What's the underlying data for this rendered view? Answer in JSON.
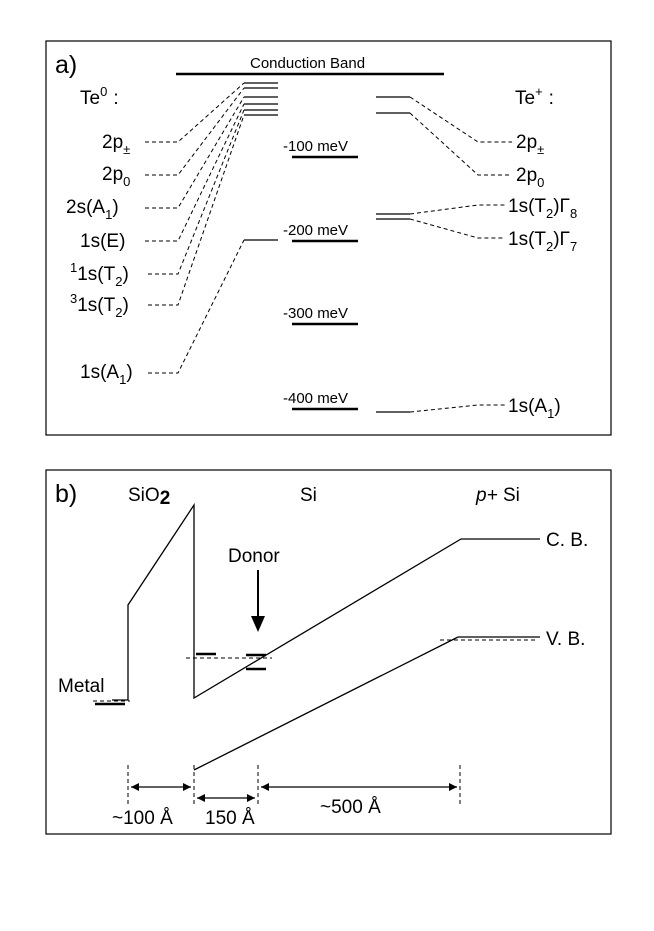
{
  "panel_a": {
    "tag": "a)",
    "conduction_band": "Conduction Band",
    "te0": {
      "base": "Te",
      "sup": "0",
      "suffix": ":"
    },
    "teplus": {
      "base": "Te",
      "sup": "+",
      "suffix": ":"
    },
    "left_levels": [
      {
        "main": "2p",
        "sub": "±",
        "tail": ""
      },
      {
        "main": "2p",
        "sub": "0",
        "tail": ""
      },
      {
        "main": "2s(A",
        "sub": "1",
        "tail": ")"
      },
      {
        "main": "1s(E)",
        "sub": "",
        "tail": ""
      },
      {
        "pre": "1",
        "main": "1s(T",
        "sub": "2",
        "tail": ")"
      },
      {
        "pre": "3",
        "main": "1s(T",
        "sub": "2",
        "tail": ")"
      },
      {
        "main": "1s(A",
        "sub": "1",
        "tail": ")"
      }
    ],
    "right_levels": [
      {
        "main": "2p",
        "sub": "±",
        "tail": ""
      },
      {
        "main": "2p",
        "sub": "0",
        "tail": ""
      },
      {
        "main": "1s(T",
        "sub": "2",
        "tail": ")Γ",
        "sub2": "8"
      },
      {
        "main": "1s(T",
        "sub": "2",
        "tail": ")Γ",
        "sub2": "7"
      },
      {
        "main": "1s(A",
        "sub": "1",
        "tail": ")"
      }
    ],
    "scale": [
      "-100 meV",
      "-200 meV",
      "-300 meV",
      "-400 meV"
    ]
  },
  "panel_b": {
    "tag": "b)",
    "sio2": {
      "base": "SiO",
      "sub": "2"
    },
    "si": "Si",
    "psi": {
      "italic": "p+",
      "rest": " Si"
    },
    "cb": "C. B.",
    "vb": "V. B.",
    "metal": "Metal",
    "donor": "Donor",
    "dims": [
      "~100 Å",
      "150 Å",
      "~500 Å"
    ]
  }
}
